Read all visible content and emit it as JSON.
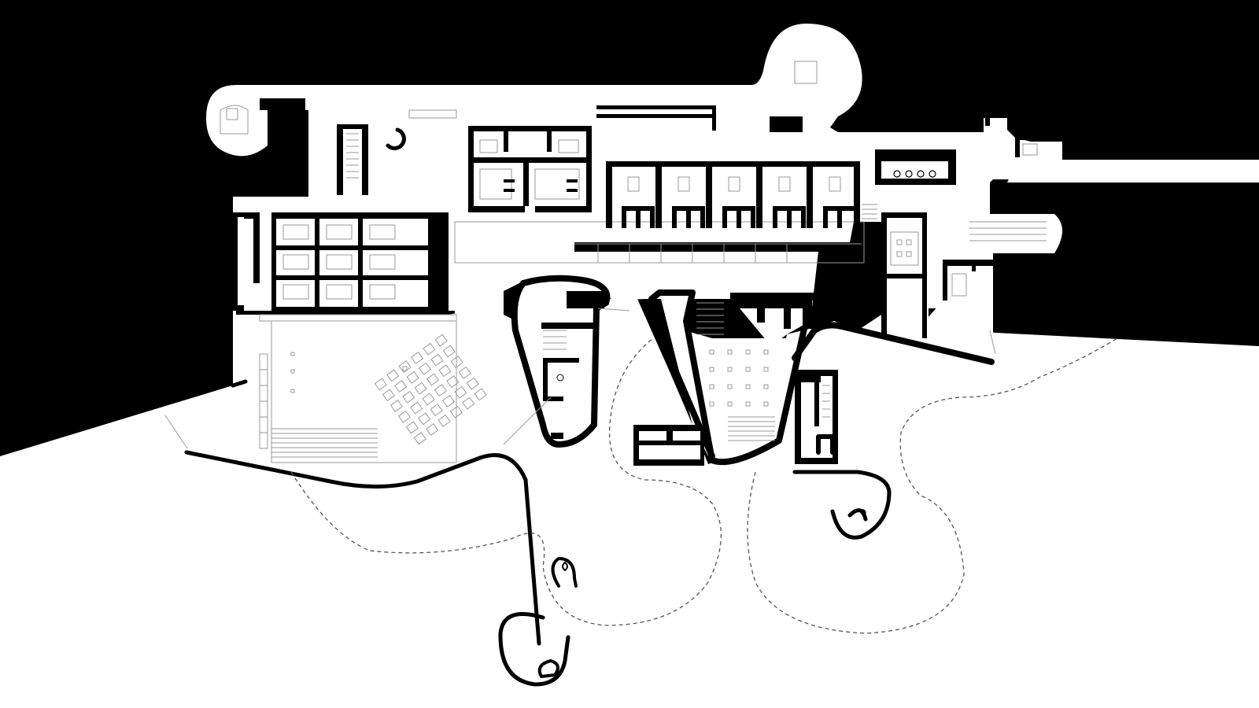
{
  "drawing": {
    "type": "architectural floor plan",
    "annotations": [],
    "colors": {
      "ground": "#000000",
      "paper": "#ffffff",
      "wall": "#000000",
      "fine_line": "#9a9a9a",
      "dashed_path": "#555555"
    },
    "seating_blocks": 36,
    "courtyard_markers": 16,
    "guest_room_bays": 5
  }
}
